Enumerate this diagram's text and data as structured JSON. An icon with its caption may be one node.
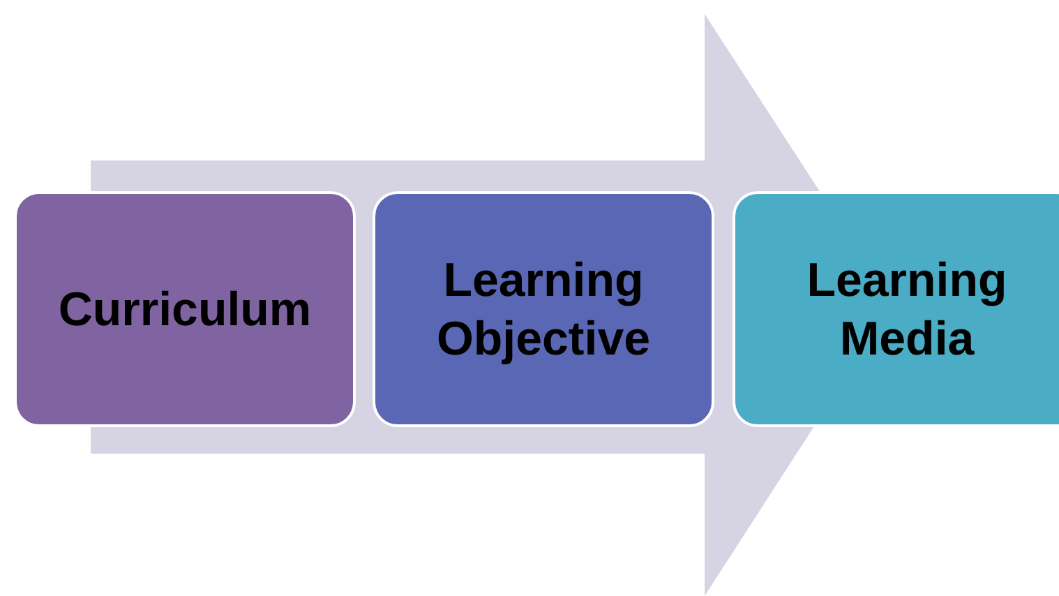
{
  "diagram": {
    "nodes": [
      {
        "text": [
          "Curriculum"
        ]
      },
      {
        "text": [
          "Learning Objective"
        ]
      },
      {
        "text": [
          "Learning Media"
        ]
      }
    ],
    "edges": [
      {
        "from": 0,
        "to": 2,
        "arrow": "to"
      }
    ]
  }
}
